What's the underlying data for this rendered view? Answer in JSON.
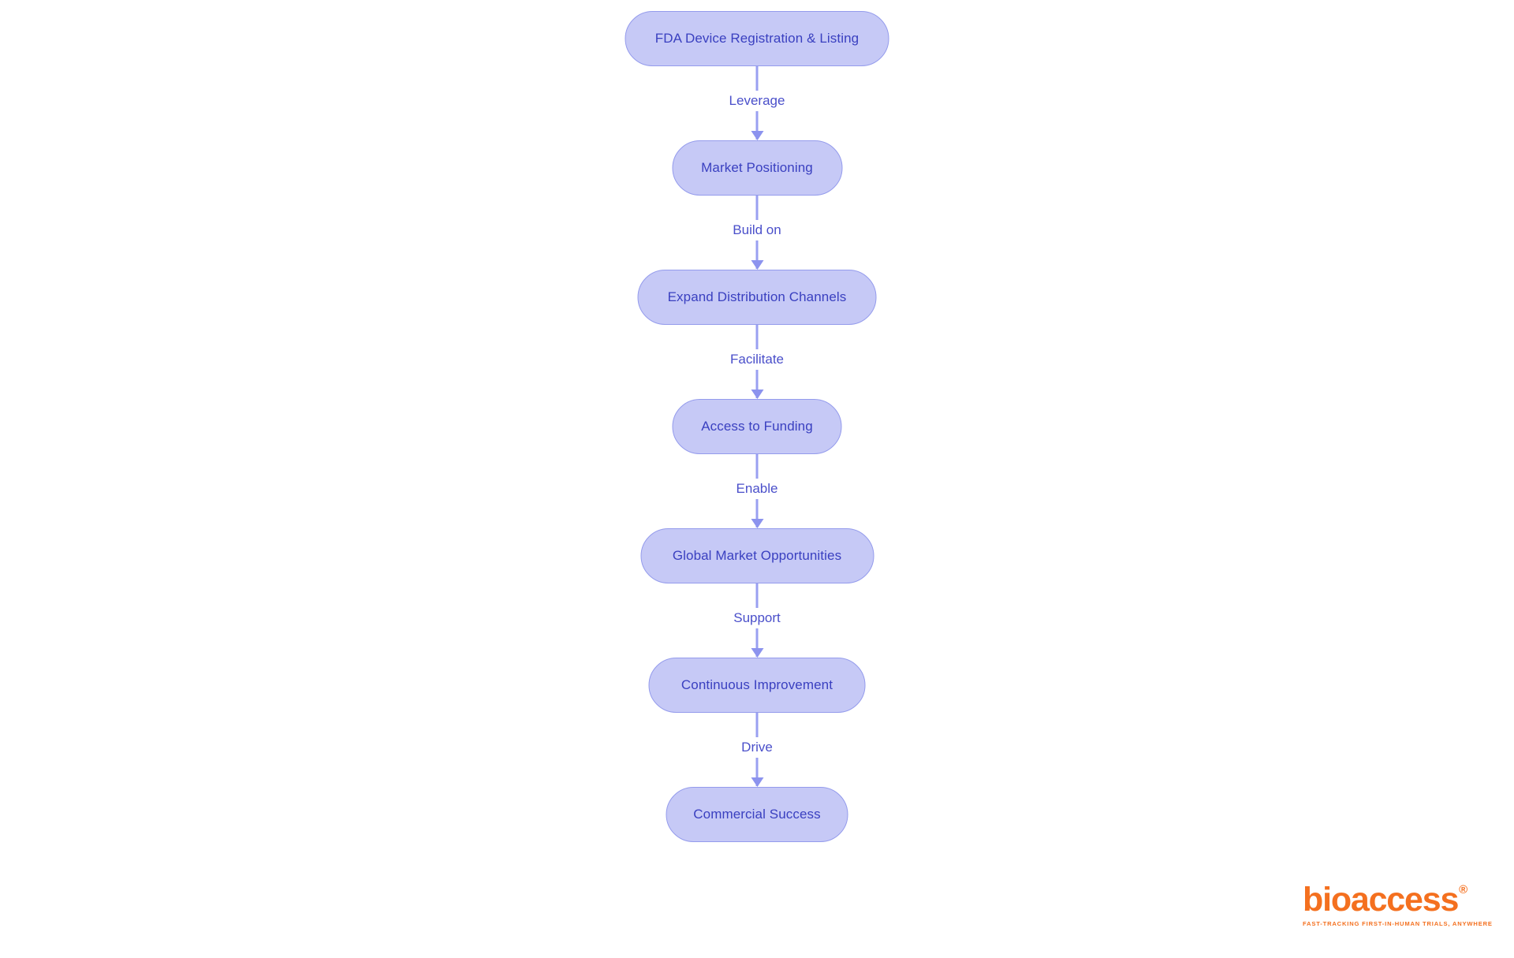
{
  "diagram": {
    "type": "flowchart",
    "direction": "top-down",
    "nodes": [
      {
        "label": "FDA Device Registration & Listing"
      },
      {
        "label": "Market Positioning"
      },
      {
        "label": "Expand Distribution Channels"
      },
      {
        "label": "Access to Funding"
      },
      {
        "label": "Global Market Opportunities"
      },
      {
        "label": "Continuous Improvement"
      },
      {
        "label": "Commercial Success"
      }
    ],
    "edges": [
      {
        "from": "FDA Device Registration & Listing",
        "to": "Market Positioning",
        "label": "Leverage"
      },
      {
        "from": "Market Positioning",
        "to": "Expand Distribution Channels",
        "label": "Build on"
      },
      {
        "from": "Expand Distribution Channels",
        "to": "Access to Funding",
        "label": "Facilitate"
      },
      {
        "from": "Access to Funding",
        "to": "Global Market Opportunities",
        "label": "Enable"
      },
      {
        "from": "Global Market Opportunities",
        "to": "Continuous Improvement",
        "label": "Support"
      },
      {
        "from": "Continuous Improvement",
        "to": "Commercial Success",
        "label": "Drive"
      }
    ],
    "colors": {
      "node_fill": "#c6c9f6",
      "node_border": "#949bec",
      "node_text": "#3a40c0",
      "edge_line": "#999ff1",
      "edge_arrow": "#8c93ee",
      "edge_label_text": "#4a4fca",
      "background": "#ffffff"
    }
  },
  "logo": {
    "brand": "bioaccess",
    "registered_mark": "®",
    "tagline": "FAST-TRACKING FIRST-IN-HUMAN TRIALS, ANYWHERE",
    "color": "#f4701f"
  }
}
